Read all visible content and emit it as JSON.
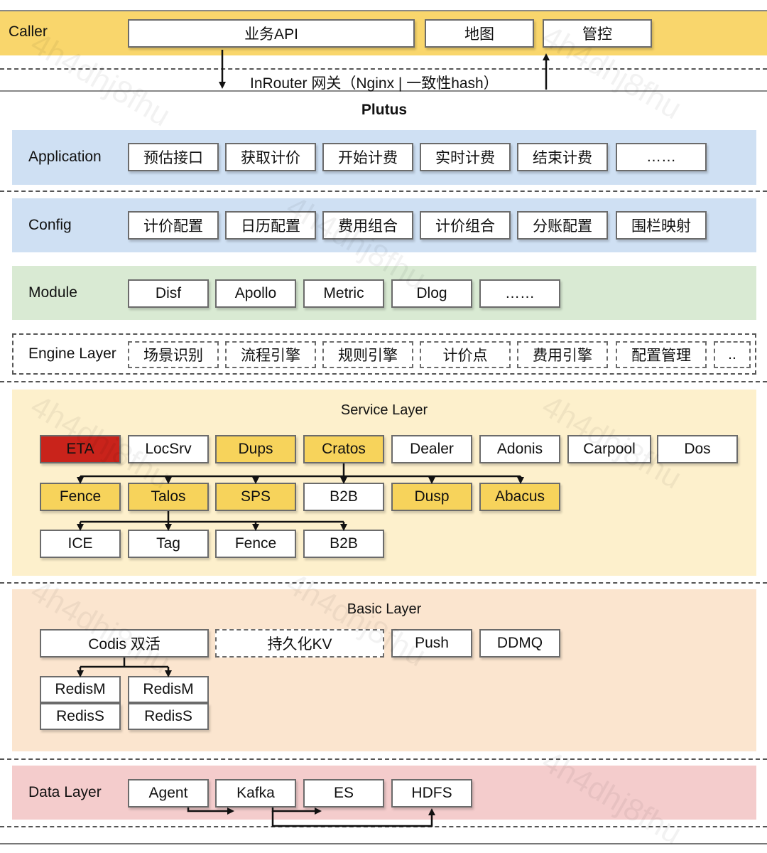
{
  "caller": {
    "label": "Caller",
    "items": [
      "业务API",
      "地图",
      "管控"
    ]
  },
  "gateway": {
    "label": "InRouter 网关（Nginx | 一致性hash）"
  },
  "system_title": "Plutus",
  "application": {
    "label": "Application",
    "items": [
      "预估接口",
      "获取计价",
      "开始计费",
      "实时计费",
      "结束计费",
      "……"
    ]
  },
  "config": {
    "label": "Config",
    "items": [
      "计价配置",
      "日历配置",
      "费用组合",
      "计价组合",
      "分账配置",
      "围栏映射"
    ]
  },
  "module": {
    "label": "Module",
    "items": [
      "Disf",
      "Apollo",
      "Metric",
      "Dlog",
      "……"
    ]
  },
  "engine": {
    "label": "Engine Layer",
    "items": [
      "场景识别",
      "流程引擎",
      "规则引擎",
      "计价点",
      "费用引擎",
      "配置管理",
      ".."
    ]
  },
  "service": {
    "title": "Service Layer",
    "row1": [
      "ETA",
      "LocSrv",
      "Dups",
      "Cratos",
      "Dealer",
      "Adonis",
      "Carpool",
      "Dos"
    ],
    "row2": [
      "Fence",
      "Talos",
      "SPS",
      "B2B",
      "Dusp",
      "Abacus"
    ],
    "row3": [
      "ICE",
      "Tag",
      "Fence",
      "B2B"
    ]
  },
  "basic": {
    "title": "Basic Layer",
    "row1": [
      "Codis 双活",
      "持久化KV",
      "Push",
      "DDMQ"
    ],
    "redis": [
      [
        "RedisM",
        "RedisS"
      ],
      [
        "RedisM",
        "RedisS"
      ]
    ]
  },
  "data_layer": {
    "label": "Data Layer",
    "items": [
      "Agent",
      "Kafka",
      "ES",
      "HDFS"
    ]
  },
  "watermark": "4h4dhj8fhu",
  "colors": {
    "caller": "#f9d66c",
    "application": "#cfe0f3",
    "config": "#cfe0f3",
    "module": "#d9ead3",
    "service": "#fdf0cc",
    "basic": "#fbe5cf",
    "data": "#f4cccc",
    "highlight_yellow": "#f7d35b",
    "highlight_red": "#c9231b"
  }
}
